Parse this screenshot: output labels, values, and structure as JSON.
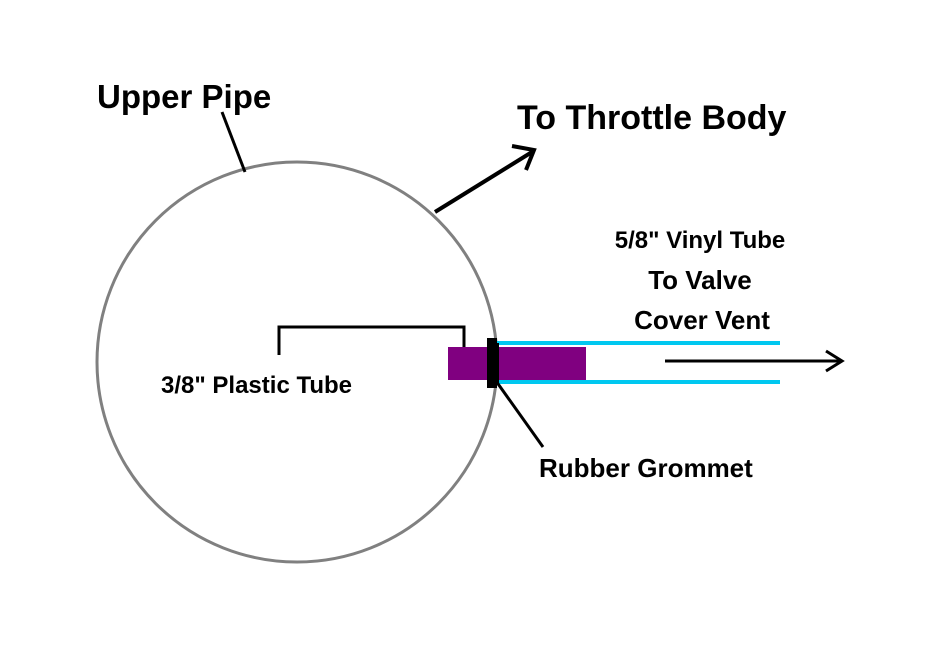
{
  "labels": {
    "upper_pipe": "Upper Pipe",
    "to_throttle_body": "To Throttle Body",
    "vinyl_tube_line1": "5/8\" Vinyl Tube",
    "vinyl_tube_line2": "To Valve",
    "vinyl_tube_line3": "Cover Vent",
    "plastic_tube": "3/8\" Plastic Tube",
    "rubber_grommet": "Rubber Grommet"
  },
  "colors": {
    "pipe_outline": "#808080",
    "plastic_tube": "#800080",
    "vinyl_tube": "#00c8f0",
    "grommet": "#000000",
    "text": "#000000"
  }
}
